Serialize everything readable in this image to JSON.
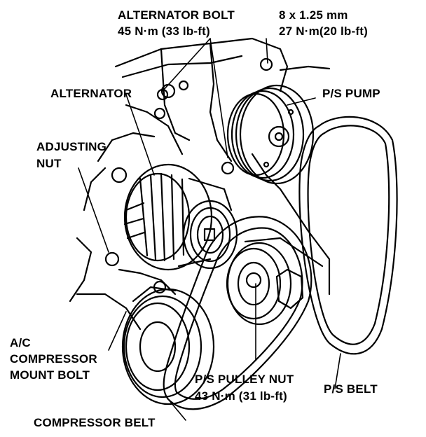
{
  "labels": {
    "alternator_bolt": "ALTERNATOR BOLT",
    "alternator_bolt_torque": "45 N·m (33 lb-ft)",
    "bolt_size": "8 x 1.25 mm",
    "bolt_size_torque": "27 N·m(20 lb-ft)",
    "alternator": "ALTERNATOR",
    "ps_pump": "P/S PUMP",
    "adjusting_nut_line1": "ADJUSTING",
    "adjusting_nut_line2": "NUT",
    "ac_compressor_line1": "A/C",
    "ac_compressor_line2": "COMPRESSOR",
    "ac_compressor_line3": "MOUNT BOLT",
    "ps_pulley_nut": "P/S PULLEY NUT",
    "ps_pulley_nut_torque": "43 N·m (31 lb-ft)",
    "ps_belt": "P/S BELT",
    "compressor_belt": "COMPRESSOR BELT"
  },
  "colors": {
    "ink": "#000000",
    "paper": "#ffffff"
  }
}
